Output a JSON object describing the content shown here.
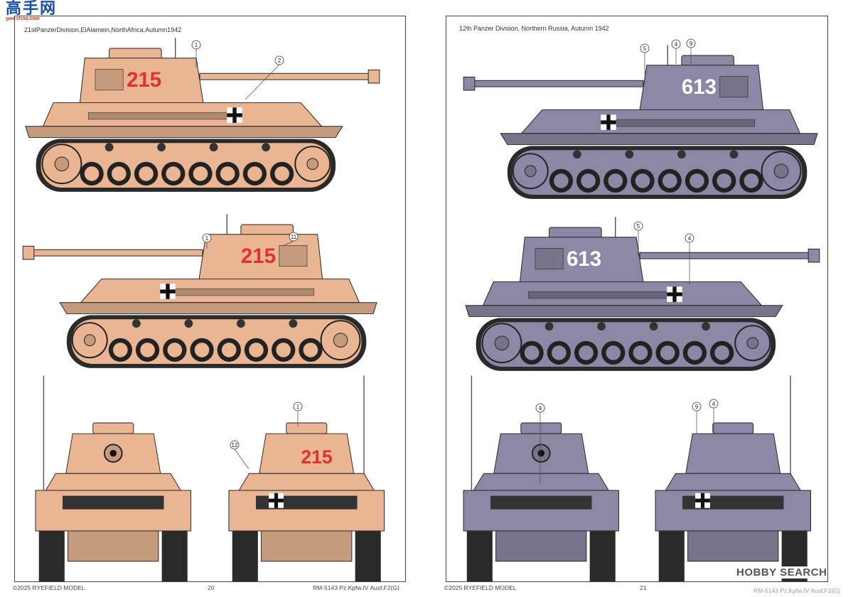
{
  "watermark": {
    "logo_text": "高手网",
    "url": "gao-shou.com",
    "hobby_search": "HOBBY SEARCH"
  },
  "left_page": {
    "title": "21stPanzerDivision,ElAlamein,NorthAfrica,Autumn1942",
    "footer_copyright": "©2025 RYEFIELD MODEL",
    "page_number": "20",
    "footer_product": "RM-5143 Pz.Kpfw.IV Ausf.F2(G)",
    "tank_number": "215",
    "camouflage_color": "#e9b592",
    "number_color": "#e0322e",
    "callouts": {
      "side_right": [
        "1",
        "2"
      ],
      "side_left": [
        "1",
        "11"
      ],
      "rear": [
        "1",
        "12"
      ]
    }
  },
  "right_page": {
    "title": "12th Panzer Division, Northern Russia, Autumn 1942",
    "footer_copyright": "©2025 RYEFIELD MODEL",
    "page_number": "21",
    "footer_product": "RM-5143 Pz.Kpfw.IV Ausf.F2(G)",
    "tank_number": "613",
    "camouflage_color": "#8a88a4",
    "number_color": "#ffffff",
    "callouts": {
      "side_left": [
        "5",
        "4",
        "9"
      ],
      "side_right": [
        "5",
        "4"
      ],
      "front": [
        "4"
      ],
      "rear": [
        "9",
        "4"
      ]
    }
  }
}
